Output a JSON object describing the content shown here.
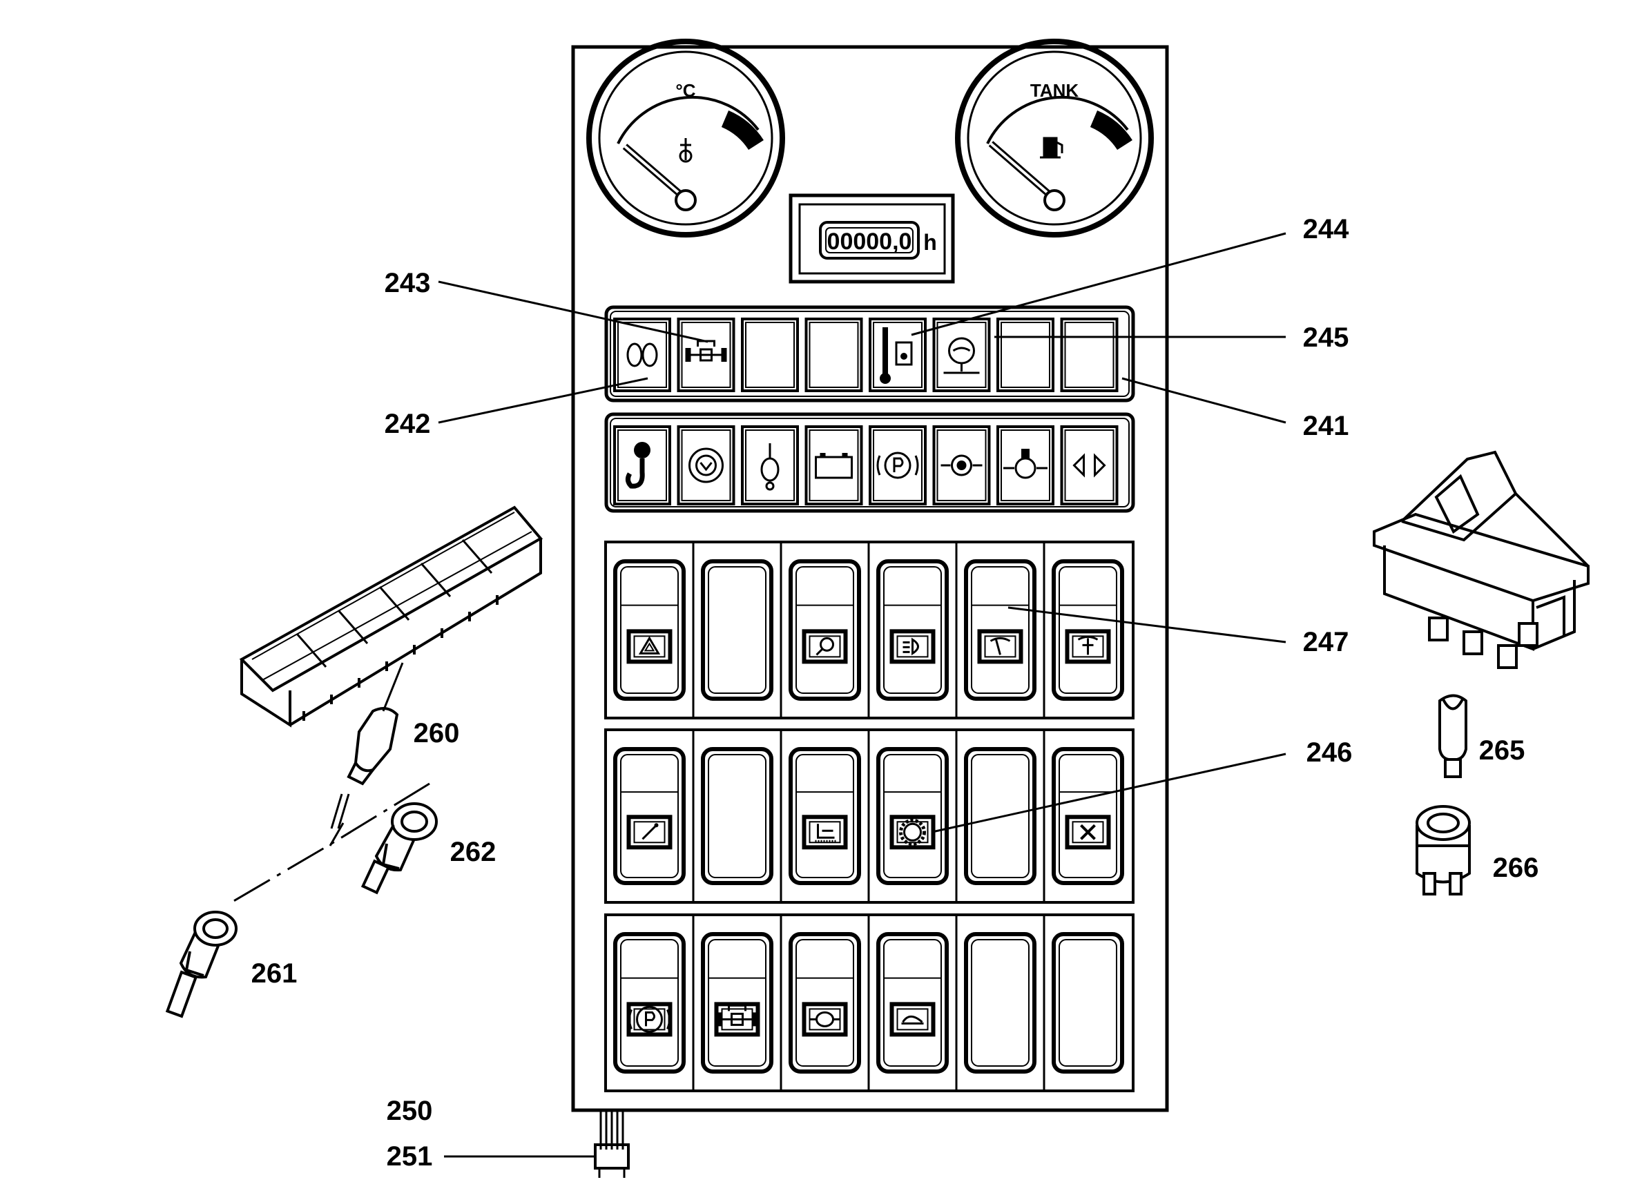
{
  "gauges": {
    "temperature": {
      "label": "°C",
      "needle_fraction": 0.08
    },
    "fuel": {
      "label": "TANK",
      "needle_fraction": 0.08
    }
  },
  "hour_meter": {
    "value": "00000,0",
    "unit": "h"
  },
  "warning_lights": {
    "row1": [
      "preheat-coil-icon",
      "axle-icon",
      "blank",
      "blank",
      "thermometer-icon",
      "oil-level-icon",
      "blank",
      "blank"
    ],
    "row2": [
      "crane-hook-icon",
      "air-filter-icon",
      "oil-pressure-icon",
      "battery-icon",
      "parking-brake-icon",
      "brake-fluid-icon",
      "engine-oil-icon",
      "turn-signal-icon"
    ]
  },
  "rocker_switches": {
    "row1": [
      "hazard-icon",
      "blank",
      "work-light-icon",
      "headlight-icon",
      "wiper-icon",
      "washer-icon"
    ],
    "row2": [
      "lever-icon",
      "blank",
      "seat-icon",
      "gear-icon",
      "blank",
      "fan-icon"
    ],
    "row3": [
      "parking-brake-icon",
      "axle-lock-icon",
      "differential-icon",
      "horn-icon",
      "blank",
      "blank"
    ]
  },
  "callouts": {
    "c241": "241",
    "c242": "242",
    "c243": "243",
    "c244": "244",
    "c245": "245",
    "c246": "246",
    "c247": "247",
    "c250": "250",
    "c251": "251",
    "c260": "260",
    "c261": "261",
    "c262": "262",
    "c265": "265",
    "c266": "266"
  }
}
